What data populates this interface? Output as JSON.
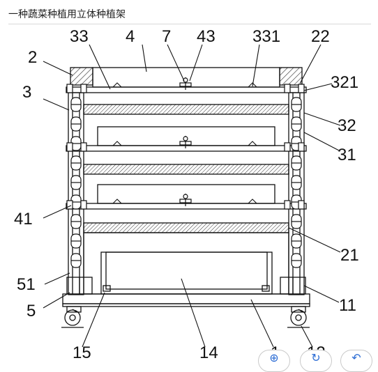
{
  "page": {
    "title": "一种蔬菜种植用立体种植架"
  },
  "colors": {
    "line": "#111111",
    "hatch": "#333333",
    "accent": "#2b6cd4"
  },
  "labels": {
    "l2": "2",
    "l3": "3",
    "l33": "33",
    "l4": "4",
    "l7": "7",
    "l43": "43",
    "l331": "331",
    "l22": "22",
    "l321": "321",
    "l32": "32",
    "l31": "31",
    "l41": "41",
    "l21": "21",
    "l51": "51",
    "l5": "5",
    "l11": "11",
    "l_b1": "15",
    "l_b2": "14",
    "l_b3": "1",
    "l_b4": "12"
  },
  "floating_buttons": [
    {
      "icon": "search-icon",
      "glyph": "⊕"
    },
    {
      "icon": "refresh-icon",
      "glyph": "↻"
    },
    {
      "icon": "undo-icon",
      "glyph": "↶"
    }
  ]
}
